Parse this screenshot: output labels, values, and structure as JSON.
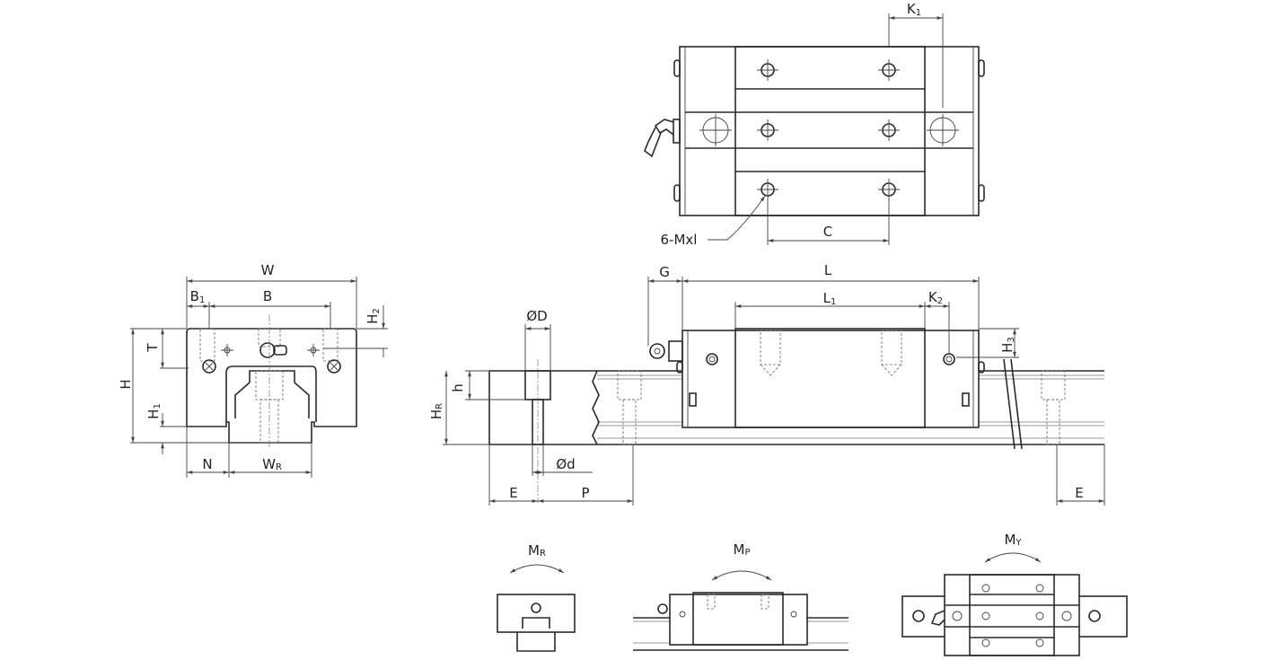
{
  "front_view": {
    "W": {
      "main": "W",
      "sub": ""
    },
    "B1": {
      "main": "B",
      "sub": "1"
    },
    "B": {
      "main": "B",
      "sub": ""
    },
    "H2": {
      "main": "H",
      "sub": "2"
    },
    "T": {
      "main": "T",
      "sub": ""
    },
    "H": {
      "main": "H",
      "sub": ""
    },
    "H1": {
      "main": "H",
      "sub": "1"
    },
    "N": {
      "main": "N",
      "sub": ""
    },
    "WR": {
      "main": "W",
      "sub": "R"
    }
  },
  "top_view": {
    "K1": {
      "main": "K",
      "sub": "1"
    },
    "C": {
      "main": "C",
      "sub": ""
    },
    "holes": {
      "main": "6-Mxl",
      "sub": ""
    }
  },
  "side_view": {
    "G": {
      "main": "G",
      "sub": ""
    },
    "L": {
      "main": "L",
      "sub": ""
    },
    "L1": {
      "main": "L",
      "sub": "1"
    },
    "K2": {
      "main": "K",
      "sub": "2"
    },
    "H3": {
      "main": "H",
      "sub": "3"
    },
    "OD": {
      "main": "ØD",
      "sub": ""
    },
    "h": {
      "main": "h",
      "sub": ""
    },
    "HR": {
      "main": "H",
      "sub": "R"
    },
    "Od": {
      "main": "Ød",
      "sub": ""
    },
    "E_left": {
      "main": "E",
      "sub": ""
    },
    "P": {
      "main": "P",
      "sub": ""
    },
    "E_right": {
      "main": "E",
      "sub": ""
    }
  },
  "moments": {
    "MR": {
      "main": "M",
      "sub": "R"
    },
    "MP": {
      "main": "M",
      "sub": "P"
    },
    "MY": {
      "main": "M",
      "sub": "Y"
    }
  },
  "colors": {
    "line": "#2a2a2a",
    "dim": "#444444",
    "background": "#ffffff"
  }
}
